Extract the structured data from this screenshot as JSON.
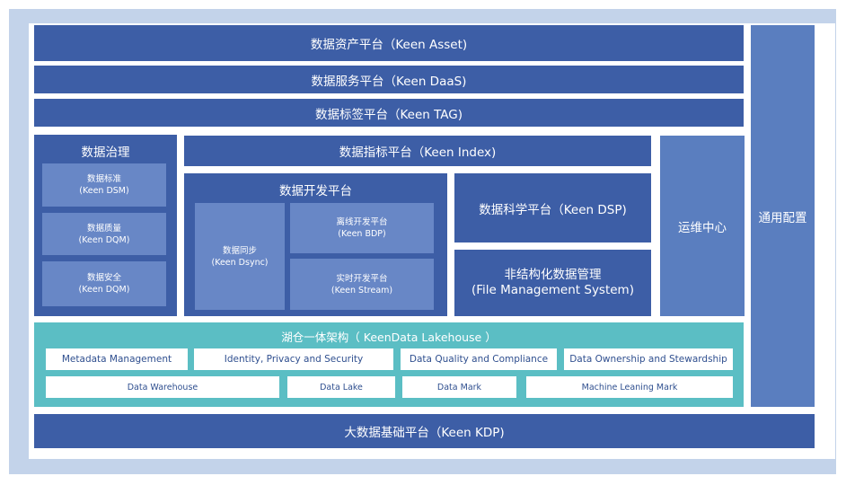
{
  "asset": "数据资产平台（Keen Asset)",
  "daas": "数据服务平台（Keen DaaS)",
  "tag": "数据标签平台（Keen TAG)",
  "general_config": "通用配置",
  "governance": {
    "title": "数据治理",
    "items": [
      {
        "l1": "数据标准",
        "l2": "(Keen DSM)"
      },
      {
        "l1": "数据质量",
        "l2": "(Keen DQM)"
      },
      {
        "l1": "数据安全",
        "l2": "(Keen DQM)"
      }
    ]
  },
  "index": "数据指标平台（Keen Index)",
  "devplatform": {
    "title": "数据开发平台",
    "sync": {
      "l1": "数据同步",
      "l2": "(Keen Dsync)"
    },
    "bdp": {
      "l1": "离线开发平台",
      "l2": "(Keen BDP)"
    },
    "stream": {
      "l1": "实时开发平台",
      "l2": "(Keen Stream)"
    }
  },
  "dsp": "数据科学平台（Keen DSP)",
  "fms": {
    "l1": "非结构化数据管理",
    "l2": "(File Management System)"
  },
  "ops": "运维中心",
  "lakehouse": {
    "title": "湖仓一体架构（ KeenData Lakehouse ）",
    "row1": [
      "Metadata Management",
      "Identity, Privacy and Security",
      "Data Quality and Compliance",
      "Data Ownership and Stewardship"
    ],
    "row2": [
      "Data Warehouse",
      "Data Lake",
      "Data Mark",
      "Machine Leaning Mark"
    ]
  },
  "kdp": "大数据基础平台（Keen KDP)"
}
